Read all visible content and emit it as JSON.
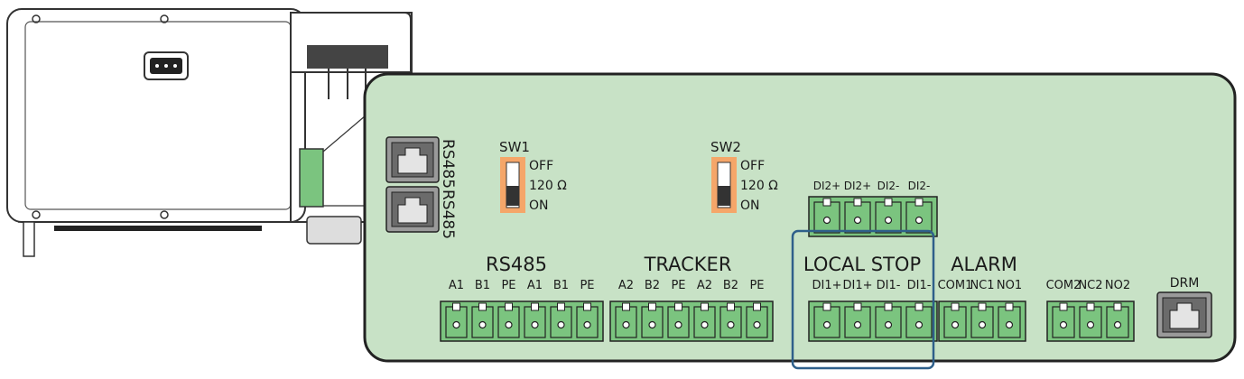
{
  "rs485_ports": {
    "vertical_label_1": "RS485",
    "vertical_label_2": "RS485"
  },
  "switches": [
    {
      "name": "SW1",
      "off": "OFF",
      "mid": "120 Ω",
      "on": "ON"
    },
    {
      "name": "SW2",
      "off": "OFF",
      "mid": "120 Ω",
      "on": "ON"
    }
  ],
  "groups": [
    {
      "title": "RS485",
      "pins": [
        "A1",
        "B1",
        "PE",
        "A1",
        "B1",
        "PE"
      ]
    },
    {
      "title": "TRACKER",
      "pins": [
        "A2",
        "B2",
        "PE",
        "A2",
        "B2",
        "PE"
      ]
    },
    {
      "title": "LOCAL STOP",
      "pins": [
        "DI1+",
        "DI1+",
        "DI1-",
        "DI1-"
      ]
    },
    {
      "title": "ALARM",
      "pins": [
        "COM1",
        "NC1",
        "NO1"
      ]
    },
    {
      "title": "",
      "pins": [
        "COM2",
        "NC2",
        "NO2"
      ]
    }
  ],
  "upper_terminal": {
    "pins": [
      "DI2+",
      "DI2+",
      "DI2-",
      "DI2-"
    ]
  },
  "drm": {
    "label": "DRM"
  },
  "colors": {
    "board": "#c8e2c6",
    "connector": "#7bc47f",
    "switch": "#f5a669",
    "highlight": "#2e5f8a",
    "port": "#6b6b6b"
  }
}
